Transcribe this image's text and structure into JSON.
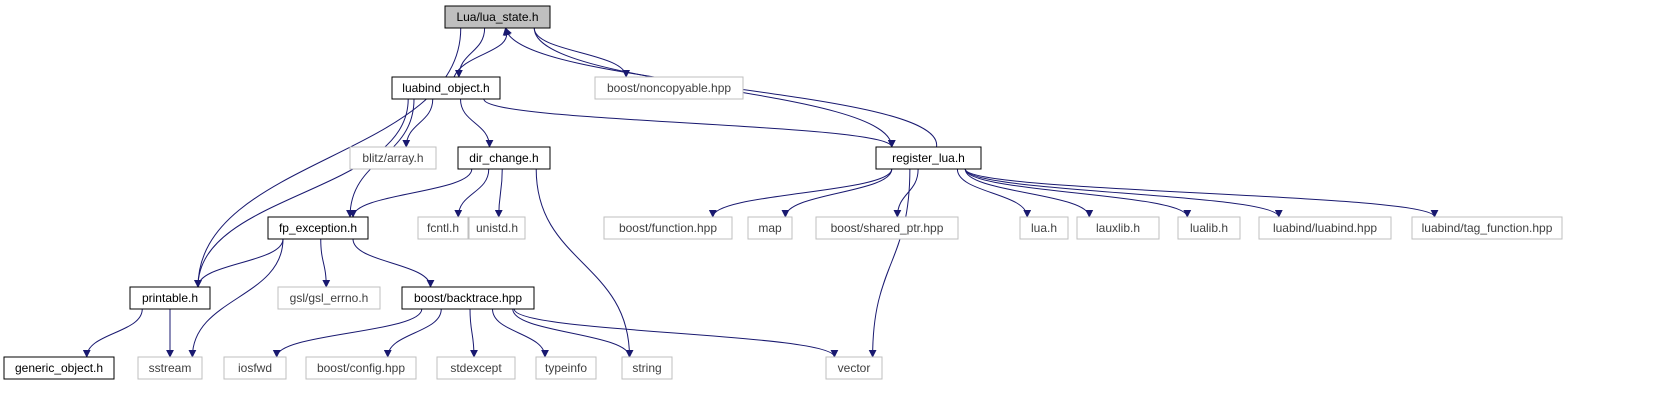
{
  "colors": {
    "edge": "#191970",
    "root_fill": "#bfbfbf",
    "local_border": "#000000",
    "external_border": "#bfbfbf",
    "text_local": "#000000",
    "text_external": "#404040"
  },
  "nodes": [
    {
      "id": "lua_state",
      "label": "Lua/lua_state.h",
      "kind": "root"
    },
    {
      "id": "luabind_object",
      "label": "luabind_object.h",
      "kind": "local"
    },
    {
      "id": "noncopyable",
      "label": "boost/noncopyable.hpp",
      "kind": "external"
    },
    {
      "id": "blitz_array",
      "label": "blitz/array.h",
      "kind": "external"
    },
    {
      "id": "dir_change",
      "label": "dir_change.h",
      "kind": "local"
    },
    {
      "id": "register_lua",
      "label": "register_lua.h",
      "kind": "local"
    },
    {
      "id": "fp_exception",
      "label": "fp_exception.h",
      "kind": "local"
    },
    {
      "id": "fcntl",
      "label": "fcntl.h",
      "kind": "external"
    },
    {
      "id": "unistd",
      "label": "unistd.h",
      "kind": "external"
    },
    {
      "id": "boost_function",
      "label": "boost/function.hpp",
      "kind": "external"
    },
    {
      "id": "map",
      "label": "map",
      "kind": "external"
    },
    {
      "id": "shared_ptr",
      "label": "boost/shared_ptr.hpp",
      "kind": "external"
    },
    {
      "id": "lua_h",
      "label": "lua.h",
      "kind": "external"
    },
    {
      "id": "lauxlib",
      "label": "lauxlib.h",
      "kind": "external"
    },
    {
      "id": "lualib",
      "label": "lualib.h",
      "kind": "external"
    },
    {
      "id": "luabind_luabind",
      "label": "luabind/luabind.hpp",
      "kind": "external"
    },
    {
      "id": "tag_function",
      "label": "luabind/tag_function.hpp",
      "kind": "external"
    },
    {
      "id": "printable",
      "label": "printable.h",
      "kind": "local"
    },
    {
      "id": "gsl_errno",
      "label": "gsl/gsl_errno.h",
      "kind": "external"
    },
    {
      "id": "backtrace",
      "label": "boost/backtrace.hpp",
      "kind": "local"
    },
    {
      "id": "generic_object",
      "label": "generic_object.h",
      "kind": "local"
    },
    {
      "id": "sstream",
      "label": "sstream",
      "kind": "external"
    },
    {
      "id": "iosfwd",
      "label": "iosfwd",
      "kind": "external"
    },
    {
      "id": "boost_config",
      "label": "boost/config.hpp",
      "kind": "external"
    },
    {
      "id": "stdexcept",
      "label": "stdexcept",
      "kind": "external"
    },
    {
      "id": "typeinfo",
      "label": "typeinfo",
      "kind": "external"
    },
    {
      "id": "string",
      "label": "string",
      "kind": "external"
    },
    {
      "id": "vector",
      "label": "vector",
      "kind": "external"
    }
  ],
  "edges": [
    {
      "from": "lua_state",
      "to": "luabind_object"
    },
    {
      "from": "lua_state",
      "to": "noncopyable"
    },
    {
      "from": "lua_state",
      "to": "register_lua"
    },
    {
      "from": "lua_state",
      "to": "printable"
    },
    {
      "from": "luabind_object",
      "to": "lua_state"
    },
    {
      "from": "luabind_object",
      "to": "blitz_array"
    },
    {
      "from": "luabind_object",
      "to": "dir_change"
    },
    {
      "from": "luabind_object",
      "to": "register_lua"
    },
    {
      "from": "luabind_object",
      "to": "fp_exception"
    },
    {
      "from": "luabind_object",
      "to": "printable"
    },
    {
      "from": "register_lua",
      "to": "lua_state"
    },
    {
      "from": "register_lua",
      "to": "boost_function"
    },
    {
      "from": "register_lua",
      "to": "map"
    },
    {
      "from": "register_lua",
      "to": "shared_ptr"
    },
    {
      "from": "register_lua",
      "to": "lua_h"
    },
    {
      "from": "register_lua",
      "to": "lauxlib"
    },
    {
      "from": "register_lua",
      "to": "lualib"
    },
    {
      "from": "register_lua",
      "to": "luabind_luabind"
    },
    {
      "from": "register_lua",
      "to": "tag_function"
    },
    {
      "from": "register_lua",
      "to": "vector"
    },
    {
      "from": "dir_change",
      "to": "fp_exception"
    },
    {
      "from": "dir_change",
      "to": "fcntl"
    },
    {
      "from": "dir_change",
      "to": "unistd"
    },
    {
      "from": "dir_change",
      "to": "string"
    },
    {
      "from": "fp_exception",
      "to": "printable"
    },
    {
      "from": "fp_exception",
      "to": "gsl_errno"
    },
    {
      "from": "fp_exception",
      "to": "backtrace"
    },
    {
      "from": "fp_exception",
      "to": "sstream"
    },
    {
      "from": "printable",
      "to": "generic_object"
    },
    {
      "from": "printable",
      "to": "sstream"
    },
    {
      "from": "backtrace",
      "to": "iosfwd"
    },
    {
      "from": "backtrace",
      "to": "boost_config"
    },
    {
      "from": "backtrace",
      "to": "stdexcept"
    },
    {
      "from": "backtrace",
      "to": "typeinfo"
    },
    {
      "from": "backtrace",
      "to": "string"
    },
    {
      "from": "backtrace",
      "to": "vector"
    }
  ]
}
